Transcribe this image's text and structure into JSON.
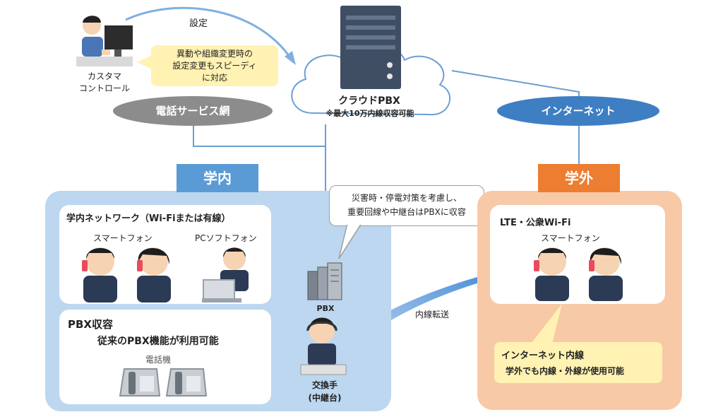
{
  "top": {
    "settings_label": "設定",
    "customer_control": [
      "カスタマ",
      "コントロール"
    ],
    "speed_note": [
      "異動や組織変更時の",
      "設定変更もスピーディ",
      "に対応"
    ]
  },
  "cloud": {
    "title": "クラウドPBX",
    "subtitle": "※最大10万内線収容可能"
  },
  "ellipses": {
    "phone_service": "電話サービス網",
    "internet": "インターネット"
  },
  "campus": {
    "header": "学内",
    "network_title": "学内ネットワーク（Wi-Fiまたは有線）",
    "smartphone_label": "スマートフォン",
    "pc_softphone_label": "PCソフトフォン",
    "pbx_box_title": "PBX収容",
    "pbx_box_desc": "従来のPBX機能が利用可能",
    "desk_phone_label": "電話機"
  },
  "center": {
    "disaster_note": [
      "災害時・停電対策を考慮し、",
      "重要回線や中継台はPBXに収容"
    ],
    "pbx_label": "PBX",
    "transfer_label": "内線転送",
    "operator_label": [
      "交換手",
      "(中継台)"
    ]
  },
  "offcampus": {
    "header": "学外",
    "lte_title": "LTE・公衆Wi-Fi",
    "smartphone_label": "スマートフォン",
    "extension_title": "インターネット内線",
    "extension_desc": "学外でも内線・外線が使用可能"
  },
  "colors": {
    "campus_blue": "#bcd7ef",
    "campus_header": "#5b9bd5",
    "offcampus_orange": "#f8c9a6",
    "offcampus_header": "#ed7d31",
    "note_yellow": "#fff2b3",
    "gray_ellipse": "#8c8c8c",
    "internet_blue": "#3e7fc4",
    "arrow_blue": "#4a90d9"
  }
}
